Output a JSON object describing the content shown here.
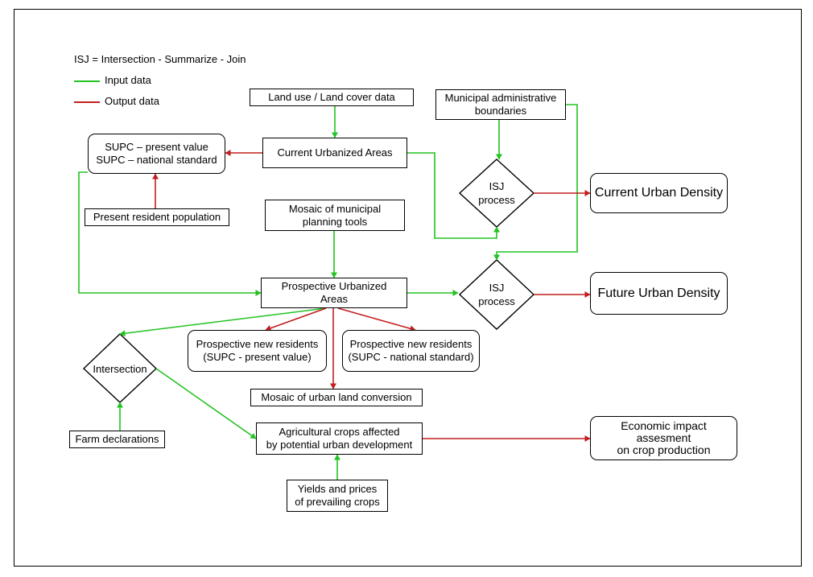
{
  "legend": {
    "title": "ISJ = Intersection - Summarize - Join",
    "input_label": "Input data",
    "output_label": "Output data",
    "input_color": "#22c322",
    "output_color": "#c21f1f"
  },
  "nodes": {
    "land_use": "Land use / Land cover data",
    "municipal_boundaries": "Municipal administrative\nboundaries",
    "supc": "SUPC – present value\nSUPC – national standard",
    "current_urbanized": "Current Urbanized Areas",
    "present_population": "Present resident population",
    "mosaic_planning": "Mosaic of municipal\nplanning tools",
    "current_density": "Current Urban Density",
    "prospective_urbanized": "Prospective Urbanized\nAreas",
    "future_density": "Future Urban Density",
    "new_residents_present": "Prospective new residents\n(SUPC - present value)",
    "new_residents_national": "Prospective new residents\n(SUPC - national standard)",
    "mosaic_conversion": "Mosaic of urban land conversion",
    "farm_declarations": "Farm declarations",
    "crops_affected": "Agricultural crops affected\nby potential urban development",
    "economic_impact": "Economic impact\nassesment\non crop production",
    "yields_prices": "Yields and prices\nof prevailing crops"
  },
  "decisions": {
    "isj_current": "ISJ\nprocess",
    "isj_future": "ISJ\nprocess",
    "intersection": "Intersection"
  }
}
